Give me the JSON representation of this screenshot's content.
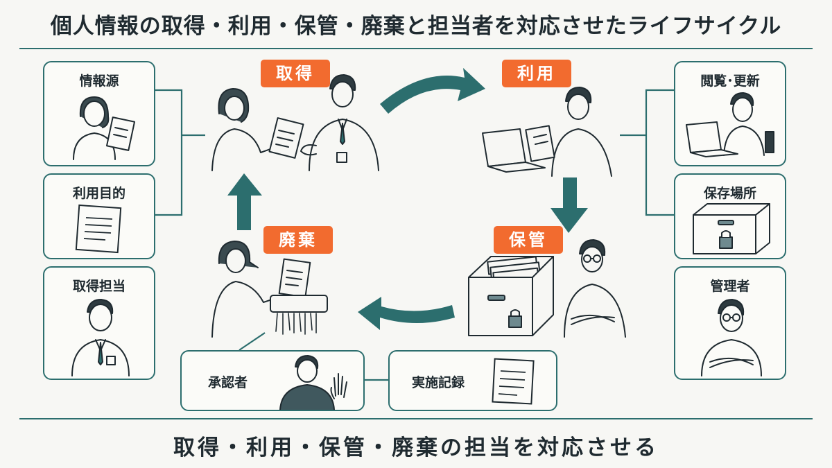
{
  "title": "個人情報の取得・利用・保管・廃棄と担当者を対応させたライフサイクル",
  "footer": "取得・利用・保管・廃棄の担当を対応させる",
  "stages": {
    "acquire": "取得",
    "use": "利用",
    "store": "保管",
    "dispose": "廃棄"
  },
  "left_cards": {
    "source": "情報源",
    "purpose": "利用目的",
    "acquirer": "取得担当"
  },
  "right_cards": {
    "view_update": "閲覧･更新",
    "location": "保存場所",
    "manager": "管理者"
  },
  "bottom_cards": {
    "approver": "承認者",
    "record": "実施記録"
  },
  "colors": {
    "accent": "#f26b2f",
    "teal": "#2c6e6e",
    "ink": "#1f2a30"
  }
}
